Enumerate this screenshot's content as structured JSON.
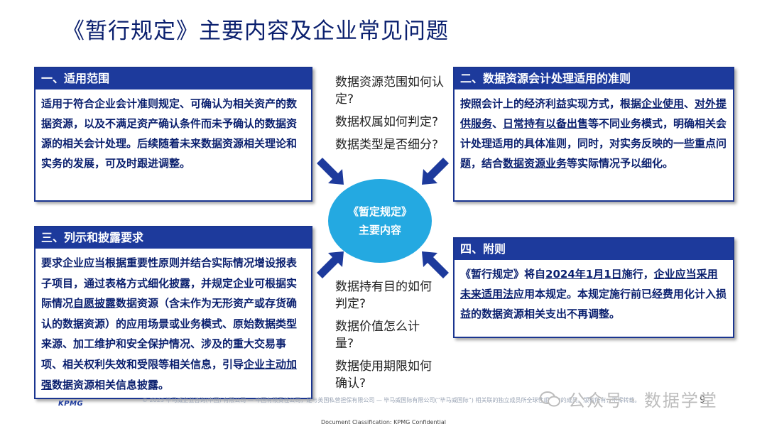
{
  "title": "《暂行规定》主要内容及企业常见问题",
  "box1": {
    "header": "一、适用范围",
    "body": "适用于符合企业会计准则规定、可确认为相关资产的数据资源，以及不满足资产确认条件而未予确认的数据资源的相关会计处理。后续随着未来数据资源相关理论和实务的发展，可及时跟进调整。"
  },
  "box2": {
    "header": "二、数据资源会计处理适用的准则",
    "body_parts": [
      "按照会计上的经济利益实现方式，根据",
      "企业使用",
      "、",
      "对外提供服务",
      "、",
      "日常持有以备出售",
      "等不同业务模式，明确相关会计处理适用的具体准则，同时，对实务反映的一些重点问题，结合",
      "数据资源业务",
      "等实际情况予以细化。"
    ]
  },
  "box3": {
    "header": "三、列示和披露要求",
    "body_parts": [
      "要求企业应当根据重要性原则并结合实际情况增设报表子项目，通过表格方式细化披露，并规定企业可根据实际情况",
      "自愿披露",
      "数据资源（含未作为无形资产或存货确认的数据资源）的应用场景或业务模式、原始数据类型来源、加工维护和安全保护情况、涉及的重大交易事项、相关权利失效和受限等相关信息，引导",
      "企业主动加强",
      "数据资源相关信息披露。"
    ]
  },
  "box4": {
    "header": "四、附则",
    "body_parts": [
      "《暂行规定》将自",
      "2024年1月1日",
      "施行，",
      "企业应当采用未来适用法",
      "应用本规定。本规定施行前已经费用化计入损益的数据资源相关支出不再调整。"
    ]
  },
  "questions_top": [
    "数据资源范围如何认定?",
    "数据权属如何判定?",
    "数据类型是否细分?"
  ],
  "questions_bottom": [
    "数据持有目的如何判定?",
    "数据价值怎么计量?",
    "数据使用期限如何确认?"
  ],
  "center": {
    "line1": "《暂定规定》",
    "line2": "主要内容"
  },
  "footer": {
    "copyright": "© 2023 毕马威企业咨询(中国) 有限公司 — 中国有限责任公司，是与英国私营担保有限公司 — 毕马威国际有限公司(“毕马威国际”) 相关联的独立成员所全球性组织中的成员。版权所有，不得转载。",
    "logo": "KPMG",
    "page": "9",
    "classification": "Document Classification: KPMG Confidential"
  },
  "watermark": "公众号 · 数据学堂",
  "colors": {
    "navy": "#1d3a9c",
    "center": "#24a9e1",
    "text": "#0a1f6e"
  }
}
